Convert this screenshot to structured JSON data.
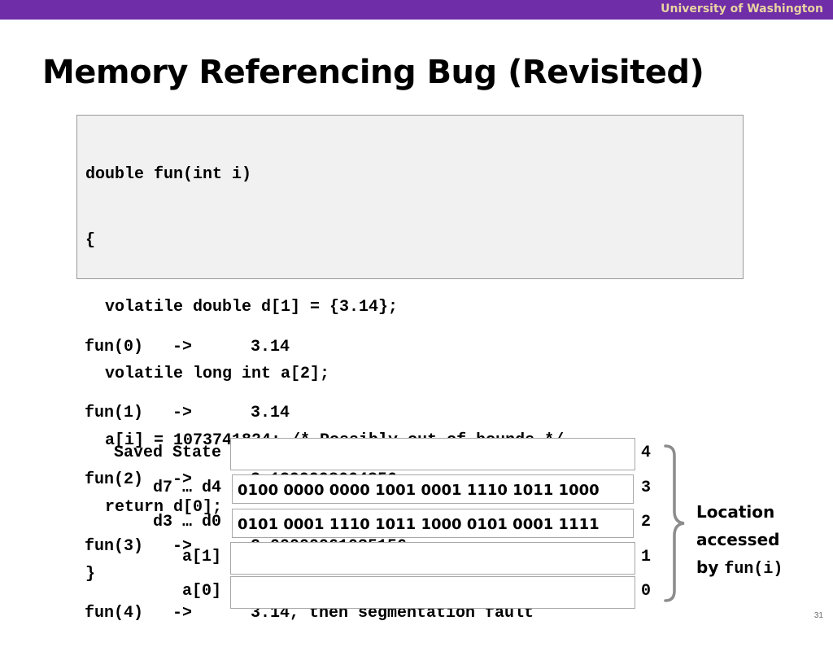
{
  "header": {
    "org": "University of Washington",
    "bar_color": "#6f2da8",
    "org_color": "#e8d3a2"
  },
  "slide": {
    "title": "Memory Referencing Bug (Revisited)",
    "page_number": "31"
  },
  "code": {
    "lines": [
      "double fun(int i)",
      "{",
      "  volatile double d[1] = {3.14};",
      "  volatile long int a[2];",
      "  a[i] = 1073741824; /* Possibly out of bounds */",
      "  return d[0];",
      "}"
    ]
  },
  "results": [
    {
      "call": "fun(0)",
      "arrow": "->",
      "value": "3.14"
    },
    {
      "call": "fun(1)",
      "arrow": "->",
      "value": "3.14"
    },
    {
      "call": "fun(2)",
      "arrow": "->",
      "value": "3.1399998664856"
    },
    {
      "call": "fun(3)",
      "arrow": "->",
      "value": "2.00000061035156"
    },
    {
      "call": "fun(4)",
      "arrow": "->",
      "value": "3.14, then segmentation fault"
    }
  ],
  "memory": {
    "rows": [
      {
        "label": "Saved State",
        "bits": "",
        "index": "4"
      },
      {
        "label": "d7 … d4",
        "bits": "0100 0000 0000 1001 0001 1110 1011 1000",
        "index": "3"
      },
      {
        "label": "d3 … d0",
        "bits": "0101 0001 1110 1011 1000 0101 0001 1111",
        "index": "2"
      },
      {
        "label": "a[1]",
        "bits": "",
        "index": "1"
      },
      {
        "label": "a[0]",
        "bits": "",
        "index": "0"
      }
    ],
    "annotation": {
      "line1": "Location",
      "line2": "accessed",
      "line3_prefix": "by ",
      "line3_code": "fun(i)"
    }
  }
}
